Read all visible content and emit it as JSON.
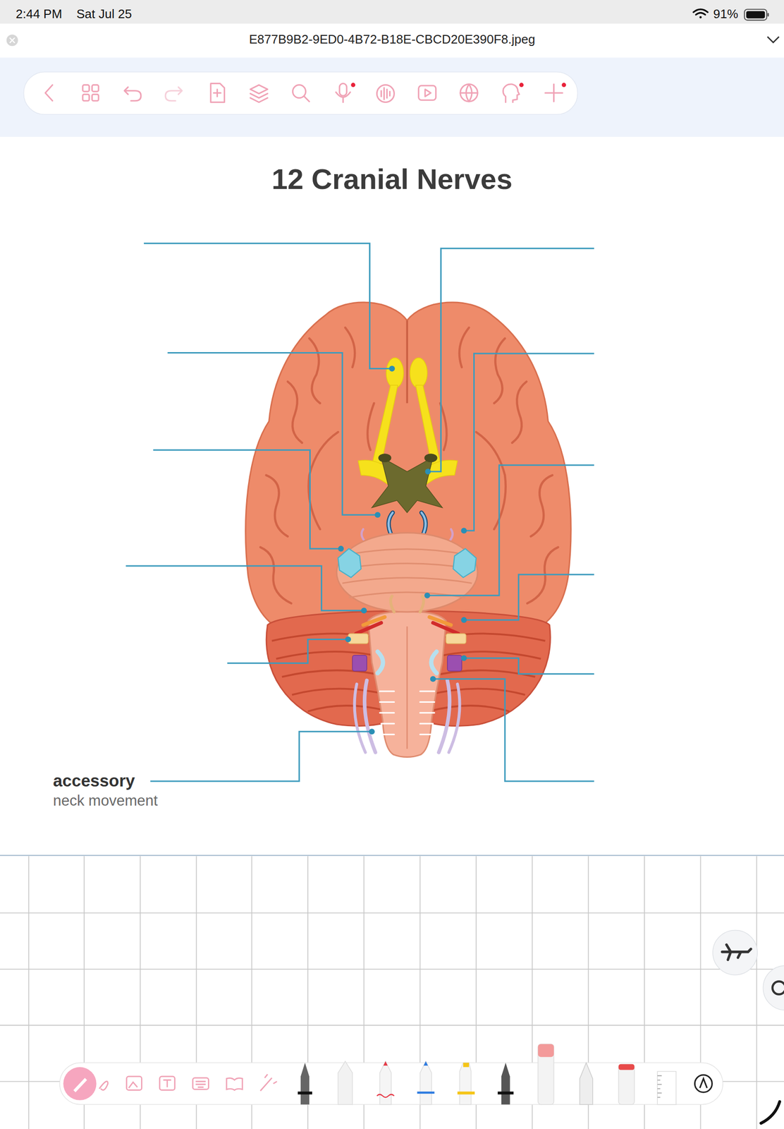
{
  "diagram": {
    "title": "12 Cranial Nerves",
    "labels": [
      "2:44 PM",
      "Sat Jul 25",
      "91%",
      "E877B9B2-9ED0-4B72-B18E-CBCD20E390F8.jpeg",
      "accessory",
      "neck movement"
    ]
  }
}
